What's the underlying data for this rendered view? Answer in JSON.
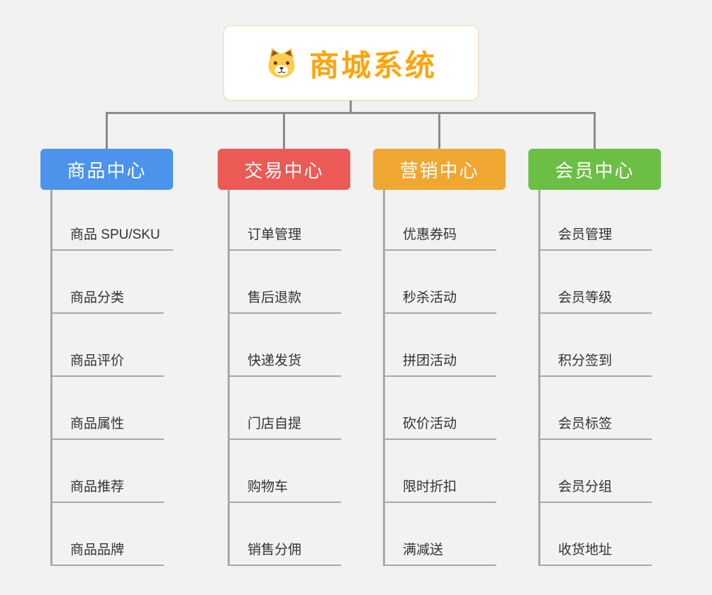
{
  "diagram": {
    "root": {
      "label": "商城系统",
      "accent_color": "#ffa40c"
    },
    "branches": [
      {
        "label": "商品中心",
        "color": "#4b93eb",
        "children": [
          "商品 SPU/SKU",
          "商品分类",
          "商品评价",
          "商品属性",
          "商品推荐",
          "商品品牌"
        ]
      },
      {
        "label": "交易中心",
        "color": "#eb5a55",
        "children": [
          "订单管理",
          "售后退款",
          "快递发货",
          "门店自提",
          "购物车",
          "销售分佣"
        ]
      },
      {
        "label": "营销中心",
        "color": "#f0a732",
        "children": [
          "优惠券码",
          "秒杀活动",
          "拼团活动",
          "砍价活动",
          "限时折扣",
          "满减送"
        ]
      },
      {
        "label": "会员中心",
        "color": "#6cbf45",
        "children": [
          "会员管理",
          "会员等级",
          "积分签到",
          "会员标签",
          "会员分组",
          "收货地址"
        ]
      }
    ]
  }
}
